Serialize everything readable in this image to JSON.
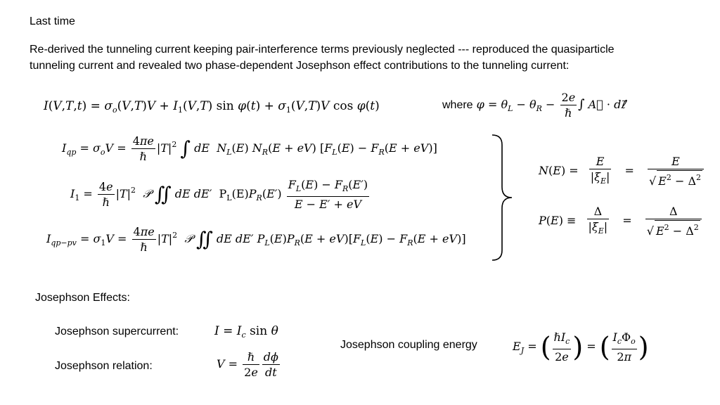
{
  "heading_last_time": "Last time",
  "intro_line1": "Re-derived the tunneling current keeping pair-interference terms previously neglected --- reproduced the quasiparticle",
  "intro_line2": "tunneling current and revealed two phase-dependent Josephson effect contributions to the tunneling current:",
  "eq_main": "I(V,T,t) = σo(V,T)V + I1(V,T) sin φ(t) + σ1(V,T)V cos φ(t)",
  "eq_phase": "where φ = θL − θR − (2e/ℏ) ∫ A · dℓ",
  "eq_iqp": "Iqp = σoV = (4πe/ℏ) |T|² ∫ dE NL(E) NR(E + eV) [FL(E) − FR(E + eV)]",
  "eq_i1": "I1 = (4e/ℏ) |T|² 𝒫 ∬ dE dE′ PL(E)PR(E′) (FL(E) − FR(E′))/(E − E′ + eV)",
  "eq_iqppv": "Iqp−pv = σ1V = (4πe/ℏ) |T|² 𝒫 ∬ dE dE′ PL(E)PR(E + eV)[FL(E) − FR(E + eV)]",
  "eq_ne": "N(E) = E/|ξE| = E/√(E² − Δ²)",
  "eq_pe": "P(E) ≡ Δ/|ξE| = Δ/√(E² − Δ²)",
  "heading_effects": "Josephson Effects:",
  "label_supercurrent": "Josephson supercurrent:",
  "eq_supercurrent": "I = Ic sin θ",
  "label_relation": "Josephson relation:",
  "eq_relation": "V = (ℏ/2e)(dϕ/dt)",
  "label_coupling": "Josephson coupling energy",
  "eq_coupling": "EJ = (ℏIc/2e) = (IcΦo/2π)"
}
